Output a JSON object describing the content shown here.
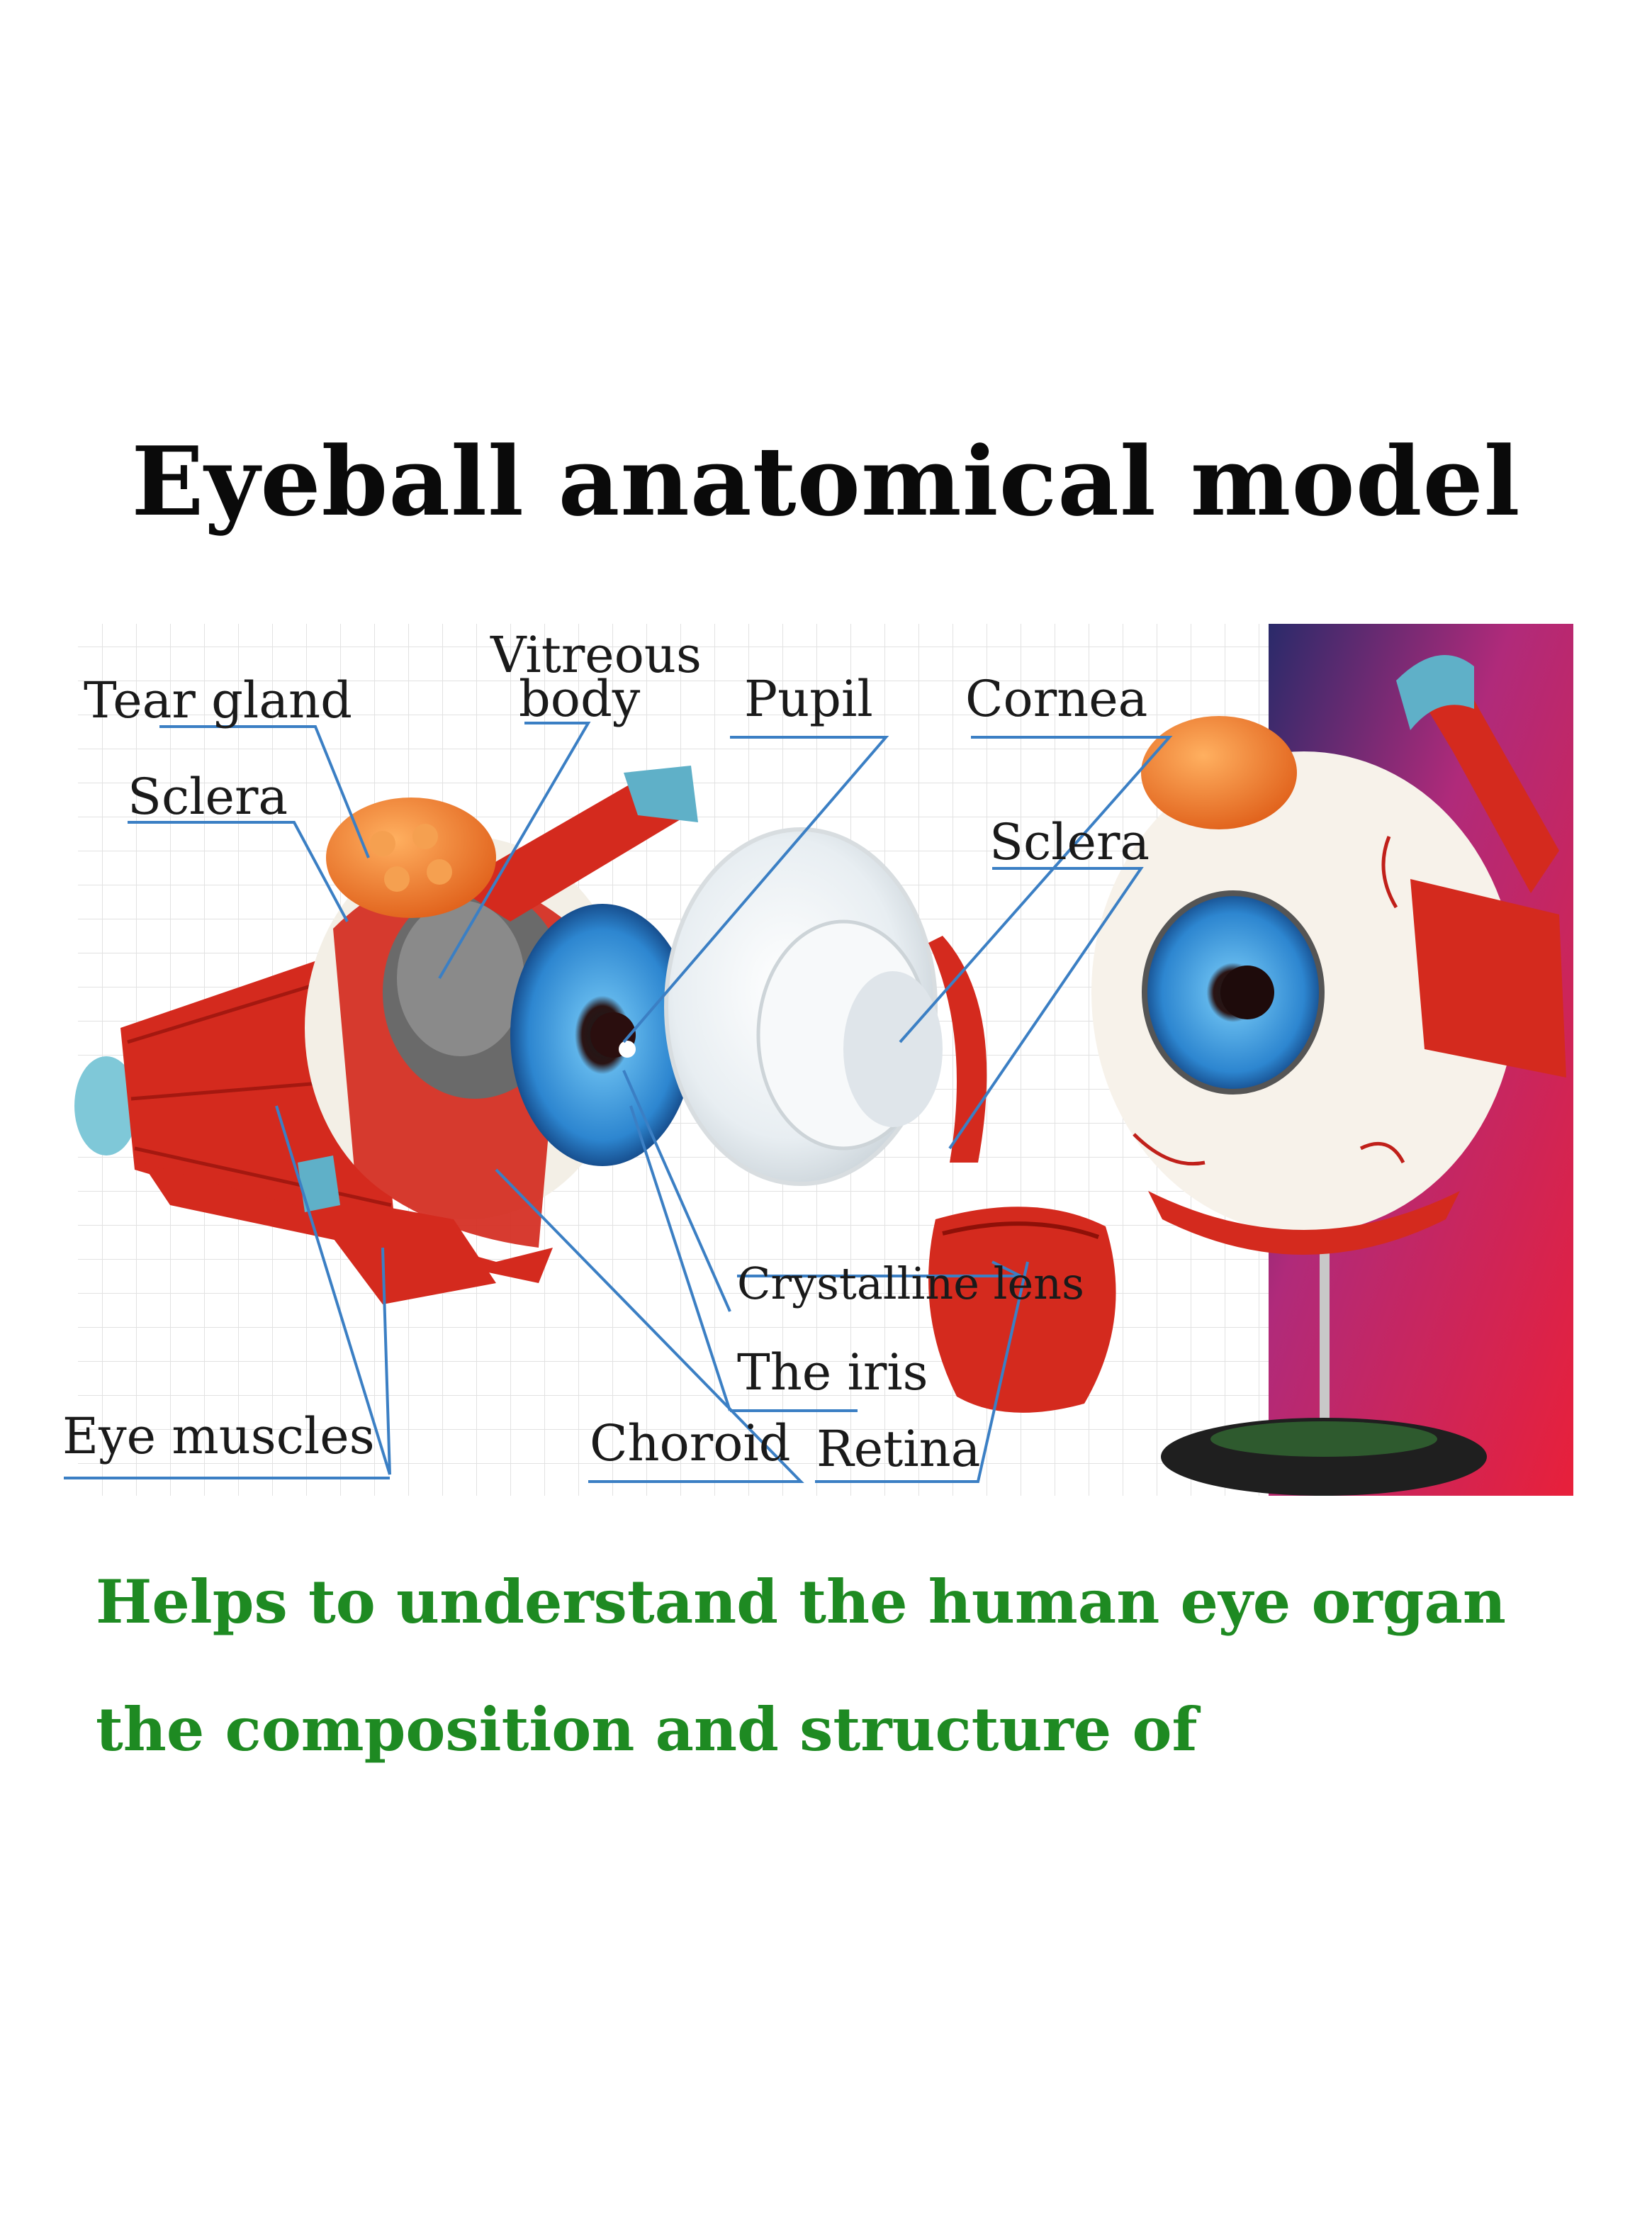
{
  "title": "Eyeball anatomical model",
  "labels": {
    "tear_gland": "Tear gland",
    "vitreous_line1": "Vitreous",
    "vitreous_line2": "body",
    "pupil": "Pupil",
    "cornea": "Cornea",
    "sclera_left": "Sclera",
    "sclera_right": "Sclera",
    "crystalline_lens": "Crystalline lens",
    "the_iris": "The iris",
    "eye_muscles": "Eye muscles",
    "choroid": "Choroid",
    "retina": "Retina"
  },
  "caption": {
    "line1": "Helps to understand the human eye organ",
    "line2": "the composition and structure of"
  },
  "colors": {
    "caption_green": "#1e8a22",
    "leader_blue": "#3b7fc4",
    "muscle_red": "#d42a1e",
    "iris_blue": "#3d9fe0"
  }
}
